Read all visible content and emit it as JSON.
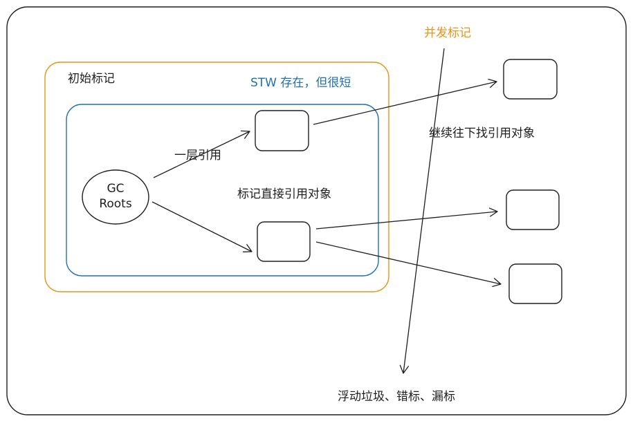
{
  "labels": {
    "initial_mark": "初始标记",
    "stw_note": "STW 存在，但很短",
    "one_level_ref": "一层引用",
    "mark_direct_refs": "标记直接引用对象",
    "concurrent_mark": "并发标记",
    "continue_find": "继续往下找引用对象",
    "floating_garbage": "浮动垃圾、错标、漏标"
  },
  "gc_roots": {
    "line1": "GC",
    "line2": "Roots"
  },
  "colors": {
    "stroke": "#1e1e1e",
    "orange": "#e8941a",
    "blue": "#1f6fb2",
    "background": "#ffffff"
  }
}
